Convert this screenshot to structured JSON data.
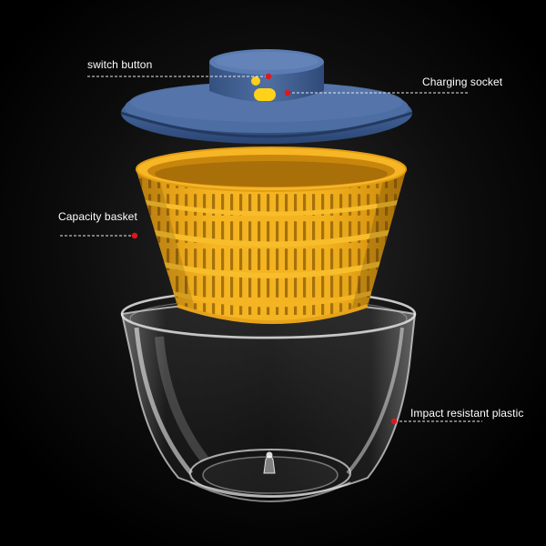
{
  "callouts": {
    "switch_button": "switch button",
    "charging_socket": "Charging socket",
    "capacity_basket": "Capacity basket",
    "impact_resistant": "Impact resistant plastic"
  },
  "colors": {
    "background": "#000000",
    "lid": "#3f5f93",
    "basket": "#f2b01e",
    "button_yellow": "#ffd21a",
    "marker_red": "#e0161d"
  }
}
